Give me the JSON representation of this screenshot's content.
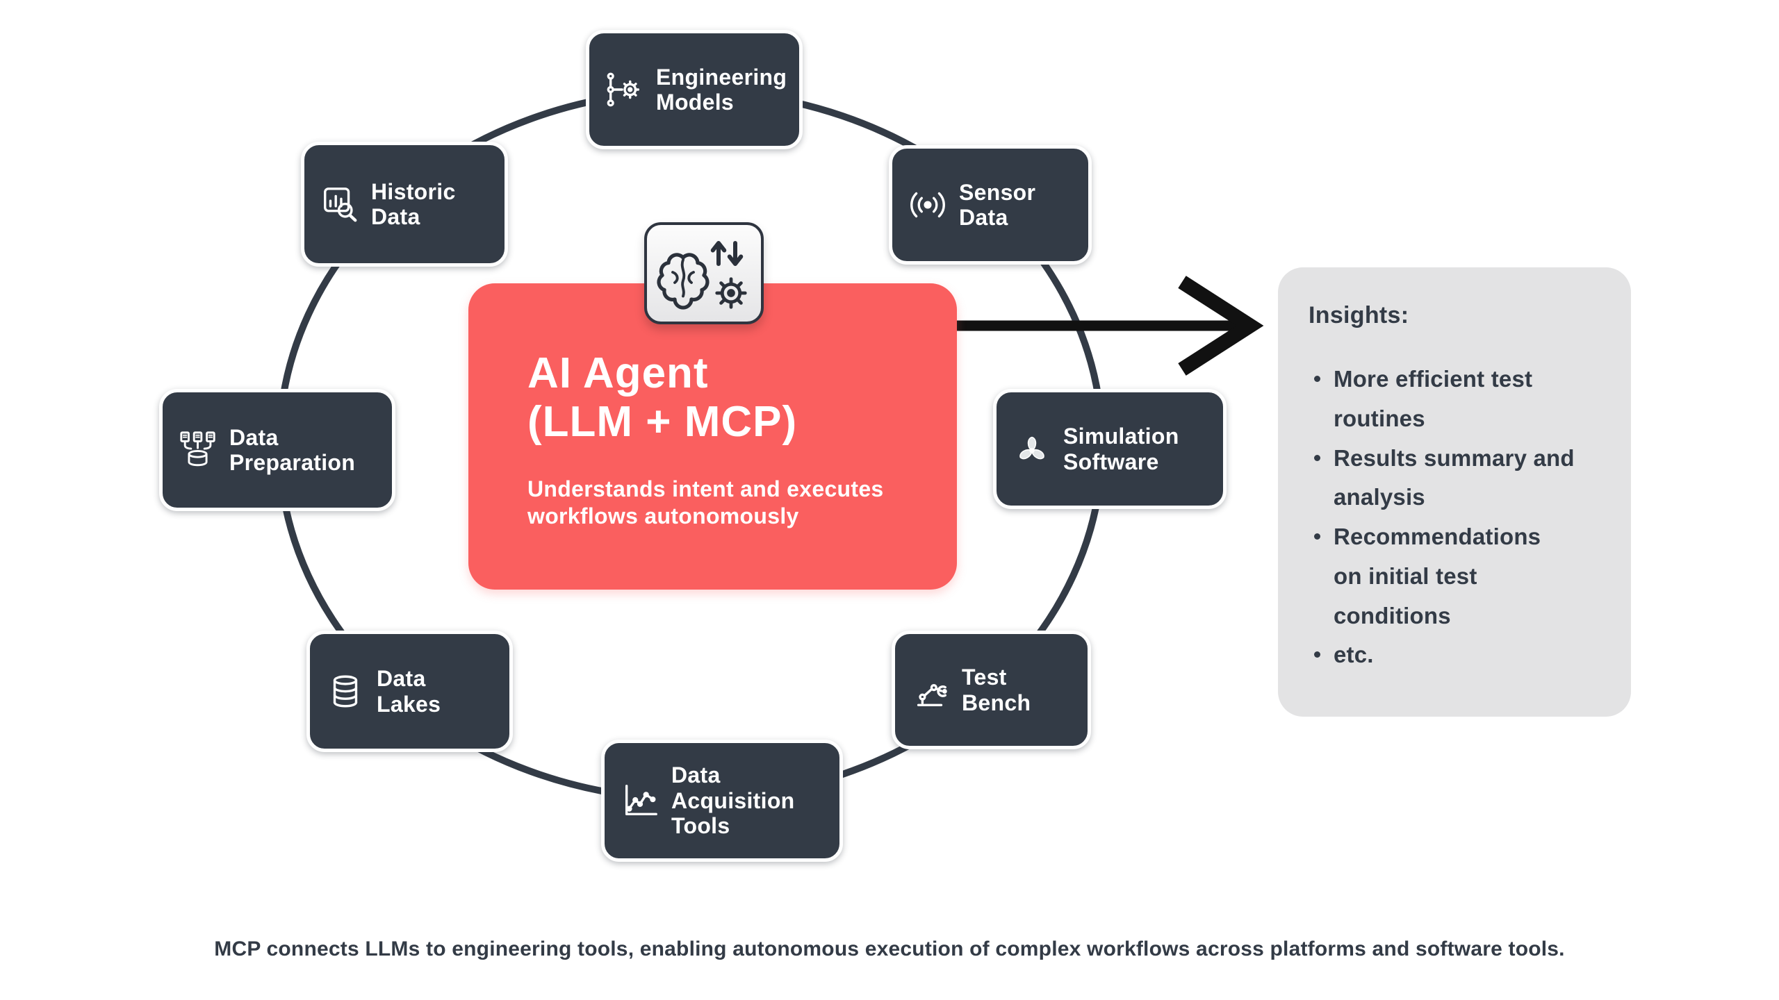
{
  "colors": {
    "node-bg": "#333B46",
    "ring": "#333B46",
    "accent-red": "#FA5F5F",
    "insights-bg": "#E3E3E4",
    "text-dark": "#333B46",
    "arrow": "#111111"
  },
  "center": {
    "title": "AI Agent\n(LLM + MCP)",
    "subtitle": "Understands intent and executes\nworkflows autonomously"
  },
  "nodes": [
    {
      "label": "Engineering\nModels",
      "icon": "engineering-models-icon"
    },
    {
      "label": "Historic\nData",
      "icon": "historic-data-icon"
    },
    {
      "label": "Sensor\nData",
      "icon": "sensor-data-icon"
    },
    {
      "label": "Data\nPreparation",
      "icon": "data-preparation-icon"
    },
    {
      "label": "Simulation\nSoftware",
      "icon": "simulation-software-icon"
    },
    {
      "label": "Data\nLakes",
      "icon": "data-lakes-icon"
    },
    {
      "label": "Test\nBench",
      "icon": "test-bench-icon"
    },
    {
      "label": "Data\nAcquisition\nTools",
      "icon": "data-acquisition-tools-icon"
    }
  ],
  "insights": {
    "heading": "Insights:",
    "items": [
      "More efficient test\nroutines",
      "Results summary and\nanalysis",
      "Recommendations\non initial test\nconditions",
      "etc."
    ]
  },
  "caption": "MCP connects LLMs to engineering tools, enabling autonomous execution of complex workflows across platforms and software tools."
}
